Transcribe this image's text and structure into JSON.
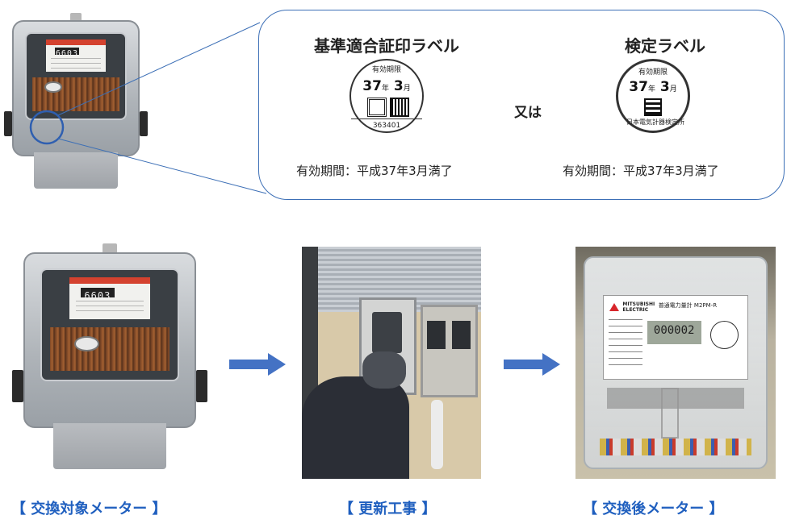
{
  "callout": {
    "left_title": "基準適合証印ラベル",
    "right_title": "検定ラベル",
    "or_text": "又は",
    "left_note": "有効期間：平成37年3月満了",
    "right_note": "有効期間：平成37年3月満了",
    "left_seal": {
      "top_band": "有効期限",
      "year": "37",
      "year_unit": "年",
      "month": "3",
      "month_unit": "月",
      "serial": "363401"
    },
    "right_seal": {
      "top_band": "有効期限",
      "year": "37",
      "year_unit": "年",
      "month": "3",
      "month_unit": "月",
      "rim": "日本電気計器検定所"
    }
  },
  "meters": {
    "top_counter": "6603",
    "bottom_counter": "6603"
  },
  "new_meter": {
    "brand": "MITSUBISHI ELECTRIC",
    "model": "普通電力量計 M2PM-R",
    "display": "000002"
  },
  "captions": {
    "left": "【 交換対象メーター 】",
    "middle": "【 更新工事 】",
    "right": "【 交換後メーター 】"
  },
  "colors": {
    "accent": "#4472c4",
    "caption": "#1f5fbf",
    "callout_border": "#3c6fb6"
  }
}
